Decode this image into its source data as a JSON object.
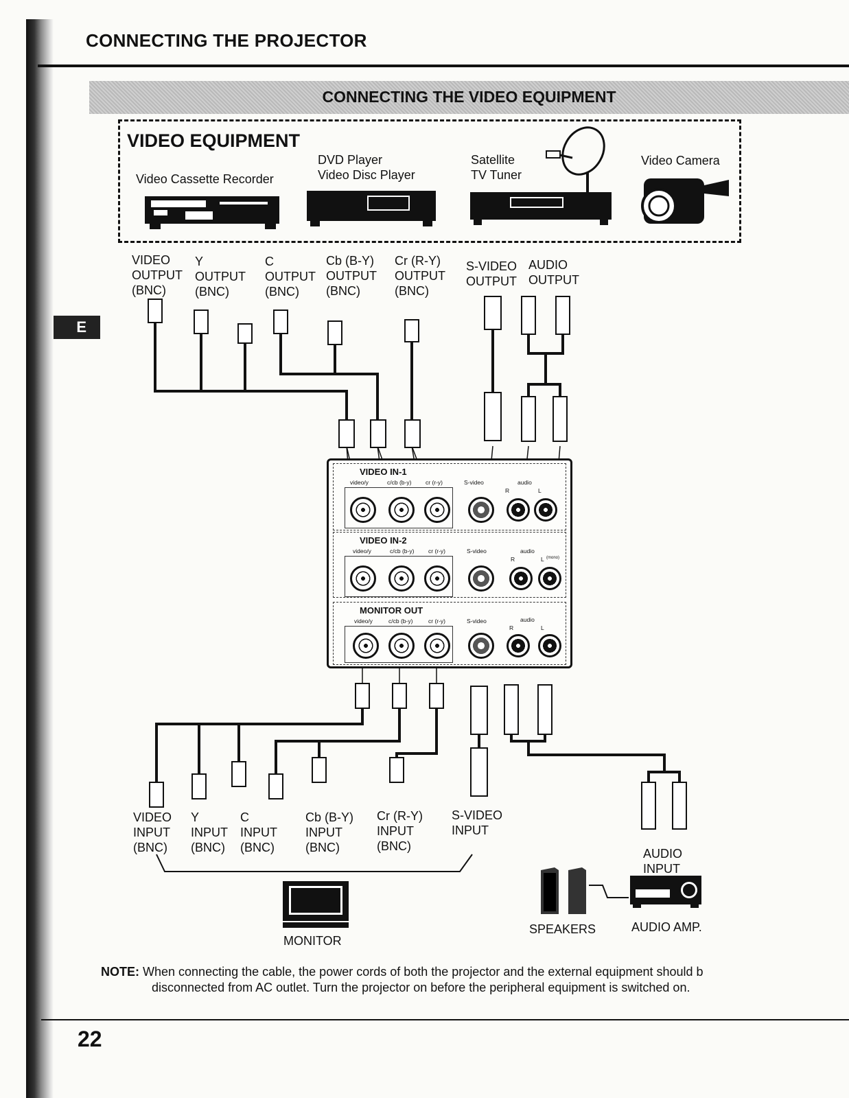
{
  "page": {
    "title": "CONNECTING THE PROJECTOR",
    "section": "CONNECTING THE VIDEO EQUIPMENT",
    "side_tab": "E",
    "page_number": "22"
  },
  "equipment": {
    "heading": "VIDEO EQUIPMENT",
    "vcr": "Video Cassette Recorder",
    "dvd": "DVD Player\nVideo Disc Player",
    "satellite": "Satellite\nTV Tuner",
    "camera": "Video Camera"
  },
  "outputs": {
    "video": "VIDEO\nOUTPUT\n(BNC)",
    "y": "Y\nOUTPUT\n(BNC)",
    "c": "C\nOUTPUT\n(BNC)",
    "cb": "Cb (B-Y)\nOUTPUT\n(BNC)",
    "cr": "Cr (R-Y)\nOUTPUT\n(BNC)",
    "svideo": "S-VIDEO\nOUTPUT",
    "audio": "AUDIO\nOUTPUT"
  },
  "panel": {
    "in1": "VIDEO IN-1",
    "in2": "VIDEO IN-2",
    "monitor_out": "MONITOR OUT",
    "jack_video_y": "video/y",
    "jack_cb": "c/cb (b-y)",
    "jack_cr": "cr (r-y)",
    "jack_svideo": "S-video",
    "jack_audio": "audio",
    "jack_r": "R",
    "jack_l": "L",
    "jack_mono": "(mono)"
  },
  "inputs": {
    "video": "VIDEO\nINPUT\n(BNC)",
    "y": "Y\nINPUT\n(BNC)",
    "c": "C\nINPUT\n(BNC)",
    "cb": "Cb (B-Y)\nINPUT\n(BNC)",
    "cr": "Cr (R-Y)\nINPUT\n(BNC)",
    "svideo": "S-VIDEO\nINPUT",
    "audio": "AUDIO\nINPUT"
  },
  "devices": {
    "monitor": "MONITOR",
    "speakers": "SPEAKERS",
    "amp": "AUDIO AMP."
  },
  "note": {
    "label": "NOTE:",
    "line1": "When connecting the cable, the power cords of both the projector and the external equipment should b",
    "line2": "disconnected from AC outlet. Turn the projector  on before the peripheral equipment is switched on."
  }
}
